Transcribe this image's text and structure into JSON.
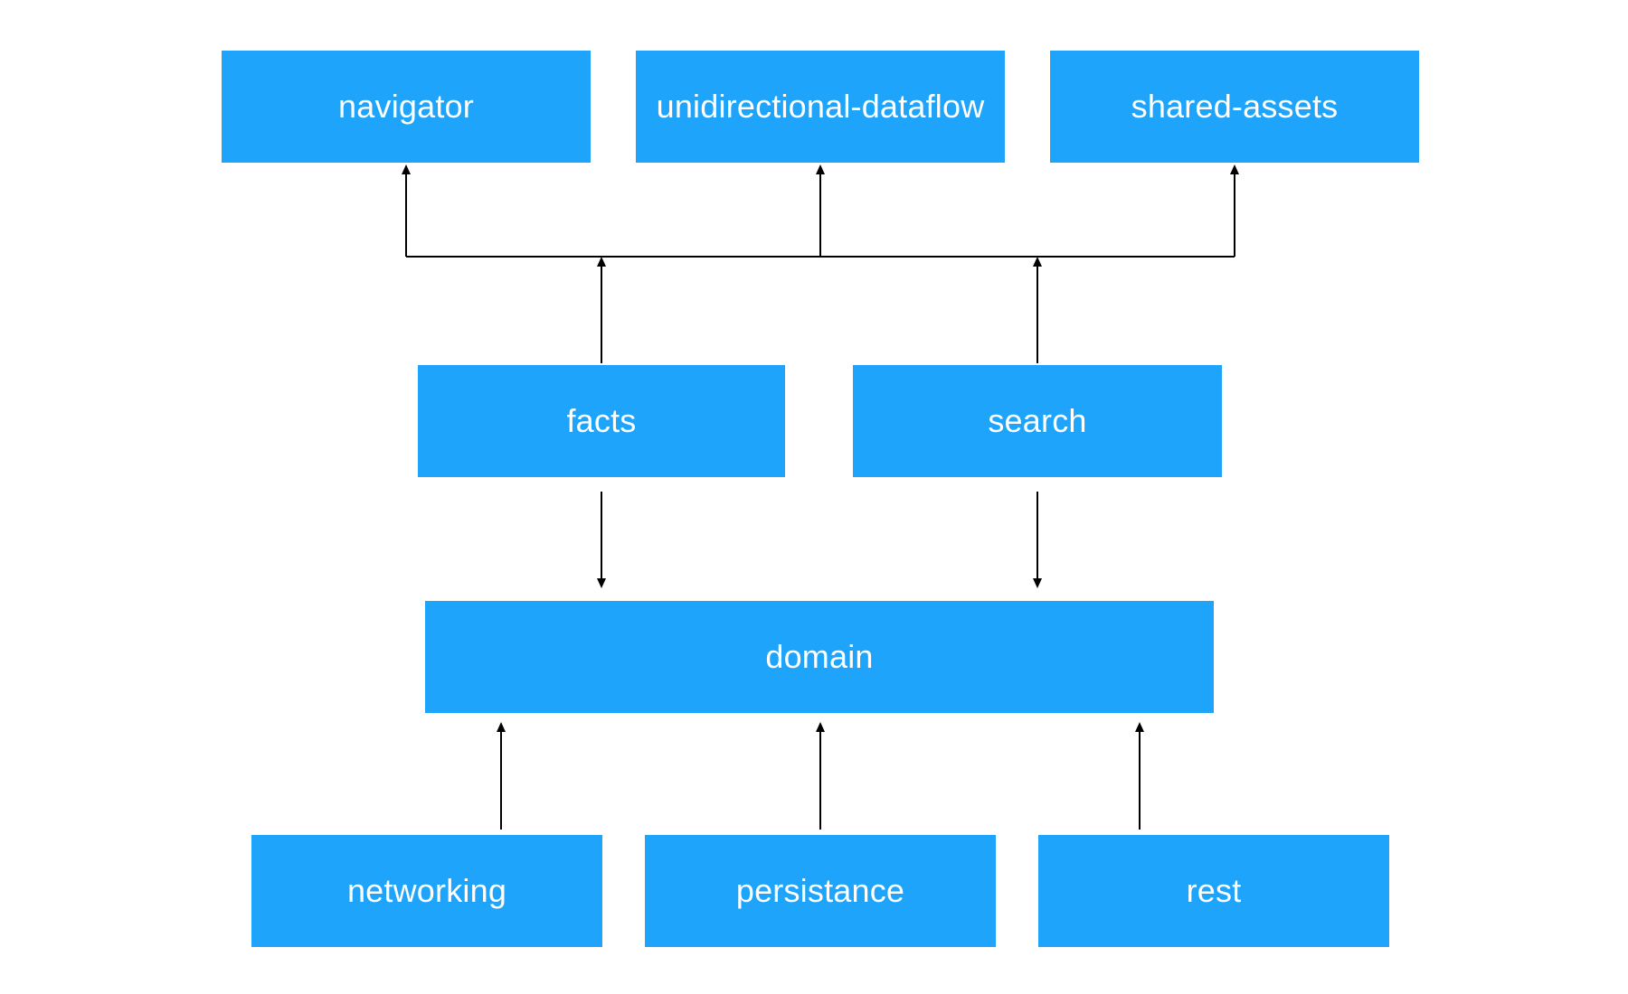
{
  "diagram": {
    "nodes": {
      "navigator": "navigator",
      "unidirectional_dataflow": "unidirectional-dataflow",
      "shared_assets": "shared-assets",
      "facts": "facts",
      "search": "search",
      "domain": "domain",
      "networking": "networking",
      "persistance": "persistance",
      "rest": "rest"
    },
    "edges": [
      {
        "from": "facts",
        "to": "navigator"
      },
      {
        "from": "facts",
        "to": "unidirectional-dataflow"
      },
      {
        "from": "facts",
        "to": "shared-assets"
      },
      {
        "from": "search",
        "to": "navigator"
      },
      {
        "from": "search",
        "to": "unidirectional-dataflow"
      },
      {
        "from": "search",
        "to": "shared-assets"
      },
      {
        "from": "facts",
        "to": "domain"
      },
      {
        "from": "search",
        "to": "domain"
      },
      {
        "from": "networking",
        "to": "domain"
      },
      {
        "from": "persistance",
        "to": "domain"
      },
      {
        "from": "rest",
        "to": "domain"
      }
    ],
    "colors": {
      "box_fill": "#1ea4fb",
      "box_text": "#ffffff",
      "connector": "#000000",
      "background": "#ffffff"
    }
  }
}
